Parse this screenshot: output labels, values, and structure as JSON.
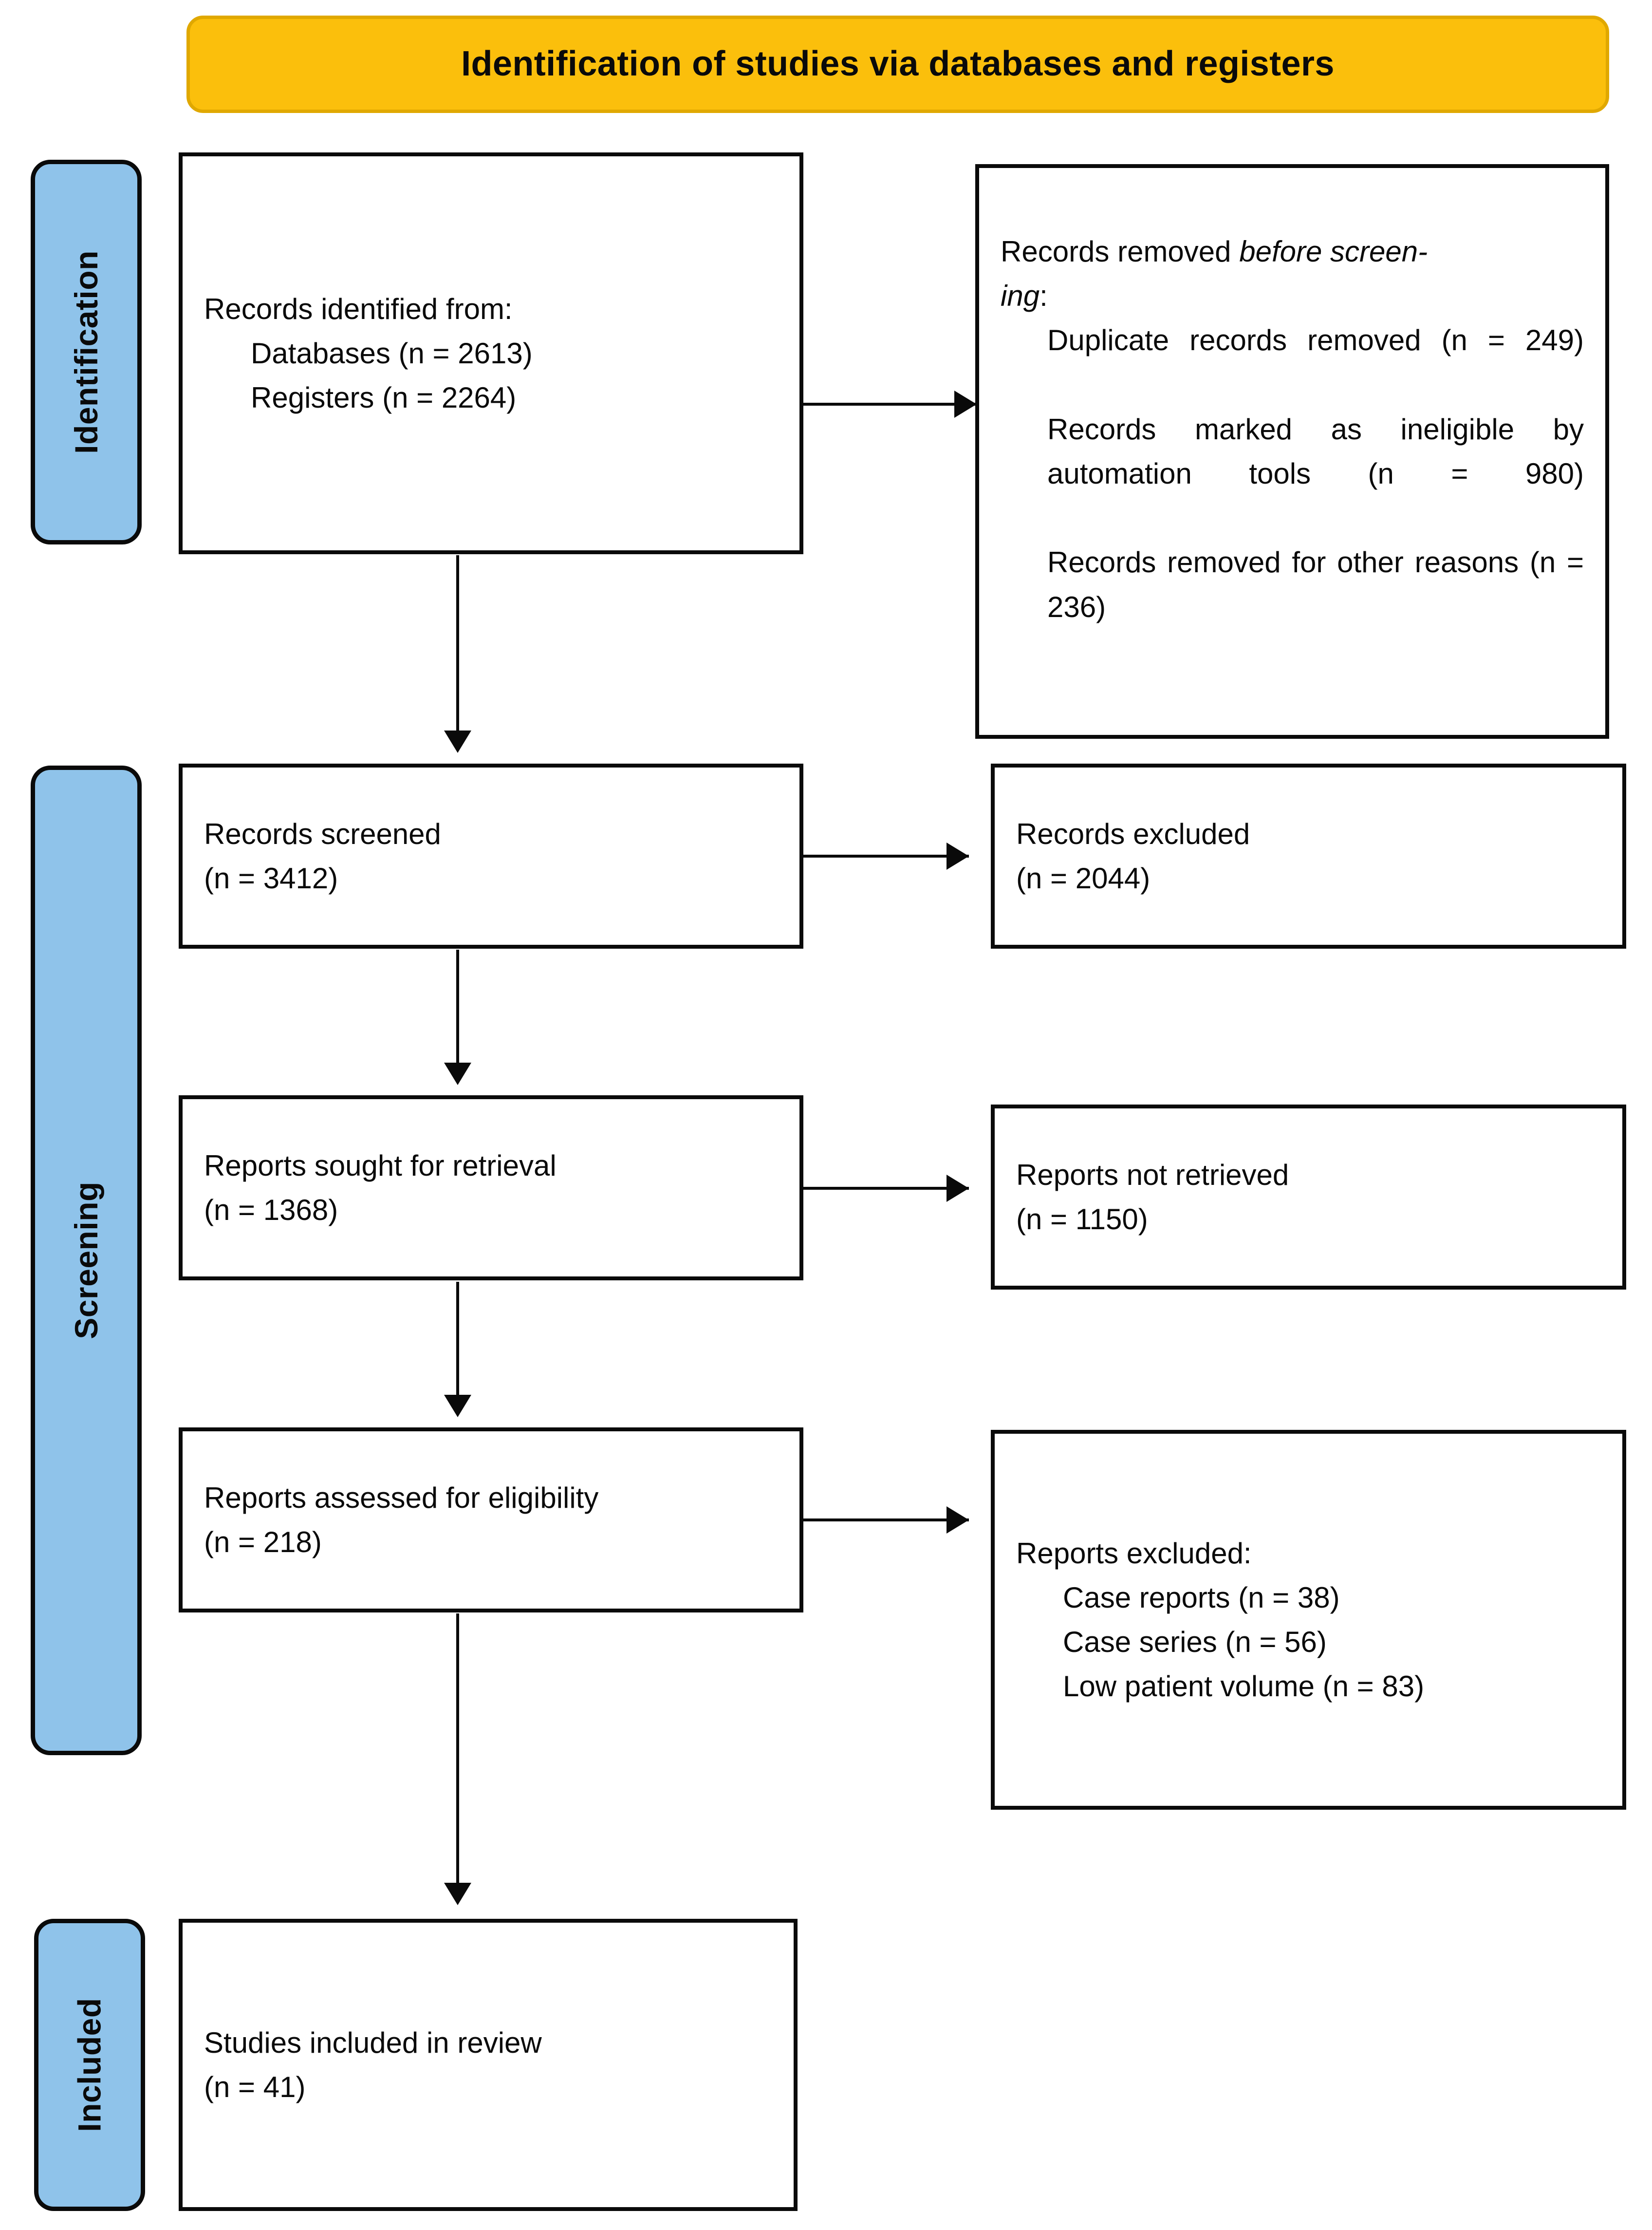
{
  "banner": {
    "title": "Identification of studies via databases and registers"
  },
  "stages": [
    {
      "key": "identification",
      "label": "Identification"
    },
    {
      "key": "screening",
      "label": "Screening"
    },
    {
      "key": "included",
      "label": "Included"
    }
  ],
  "colors": {
    "banner_fill": "#FBBF0C",
    "banner_border": "#E0A800",
    "stage_fill": "#8FC3EA",
    "box_border": "#0A0A0A",
    "box_fill": "#FFFFFF",
    "text": "#0A0A0A"
  },
  "boxes": {
    "identified": {
      "title": "Records identified from:",
      "items": [
        "Databases (n = 2613)",
        "Registers (n = 2264)"
      ]
    },
    "removed_before_screening": {
      "title_prefix": "Records removed ",
      "title_italic": "before screen-",
      "title_italic_2": "ing",
      "title_suffix": ":",
      "items": [
        "Duplicate records removed (n = 249)",
        "Records marked as ineligible by automation tools (n = 980)",
        "Records removed for other reasons (n = 236)"
      ]
    },
    "screened": {
      "title": "Records screened",
      "count": "(n = 3412)"
    },
    "excluded": {
      "title": "Records excluded",
      "count": "(n = 2044)"
    },
    "sought_for_retrieval": {
      "title": "Reports sought for retrieval",
      "count": "(n = 1368)"
    },
    "not_retrieved": {
      "title": "Reports not retrieved",
      "count": "(n = 1150)"
    },
    "assessed_for_eligibility": {
      "title": "Reports assessed for eligibility",
      "count": "(n = 218)"
    },
    "reports_excluded": {
      "title": "Reports excluded:",
      "items": [
        "Case reports (n = 38)",
        "Case series (n = 56)",
        "Low patient volume (n = 83)"
      ]
    },
    "included": {
      "title": "Studies included in review",
      "count": "(n = 41)"
    }
  }
}
